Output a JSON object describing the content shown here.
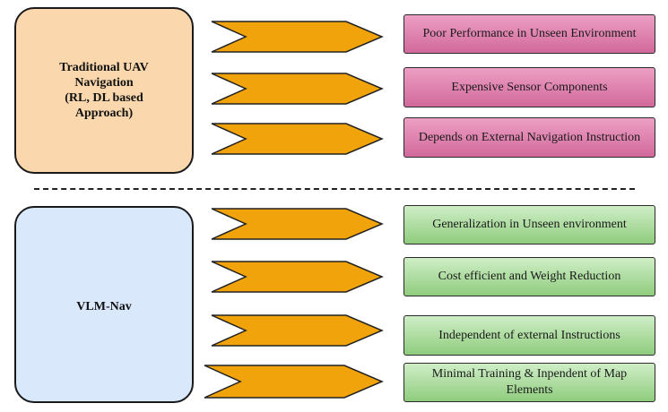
{
  "sources": {
    "traditional": {
      "label": "Traditional UAV\nNavigation\n(RL, DL based\nApproach)",
      "color": "#fad7ac"
    },
    "vlm": {
      "label": "VLM-Nav",
      "color": "#dae8fc"
    }
  },
  "outcomes": {
    "traditional": [
      "Poor Performance in Unseen Environment",
      "Expensive Sensor Components",
      "Depends on External Navigation Instruction"
    ],
    "vlm": [
      "Generalization in Unseen environment",
      "Cost efficient and Weight Reduction",
      "Independent of external Instructions",
      "Minimal Training & Inpendent of Map Elements"
    ]
  },
  "colors": {
    "arrow_fill": "#f0a30a",
    "negative_box": "#e28bb5",
    "positive_box": "#b5e3a8"
  }
}
